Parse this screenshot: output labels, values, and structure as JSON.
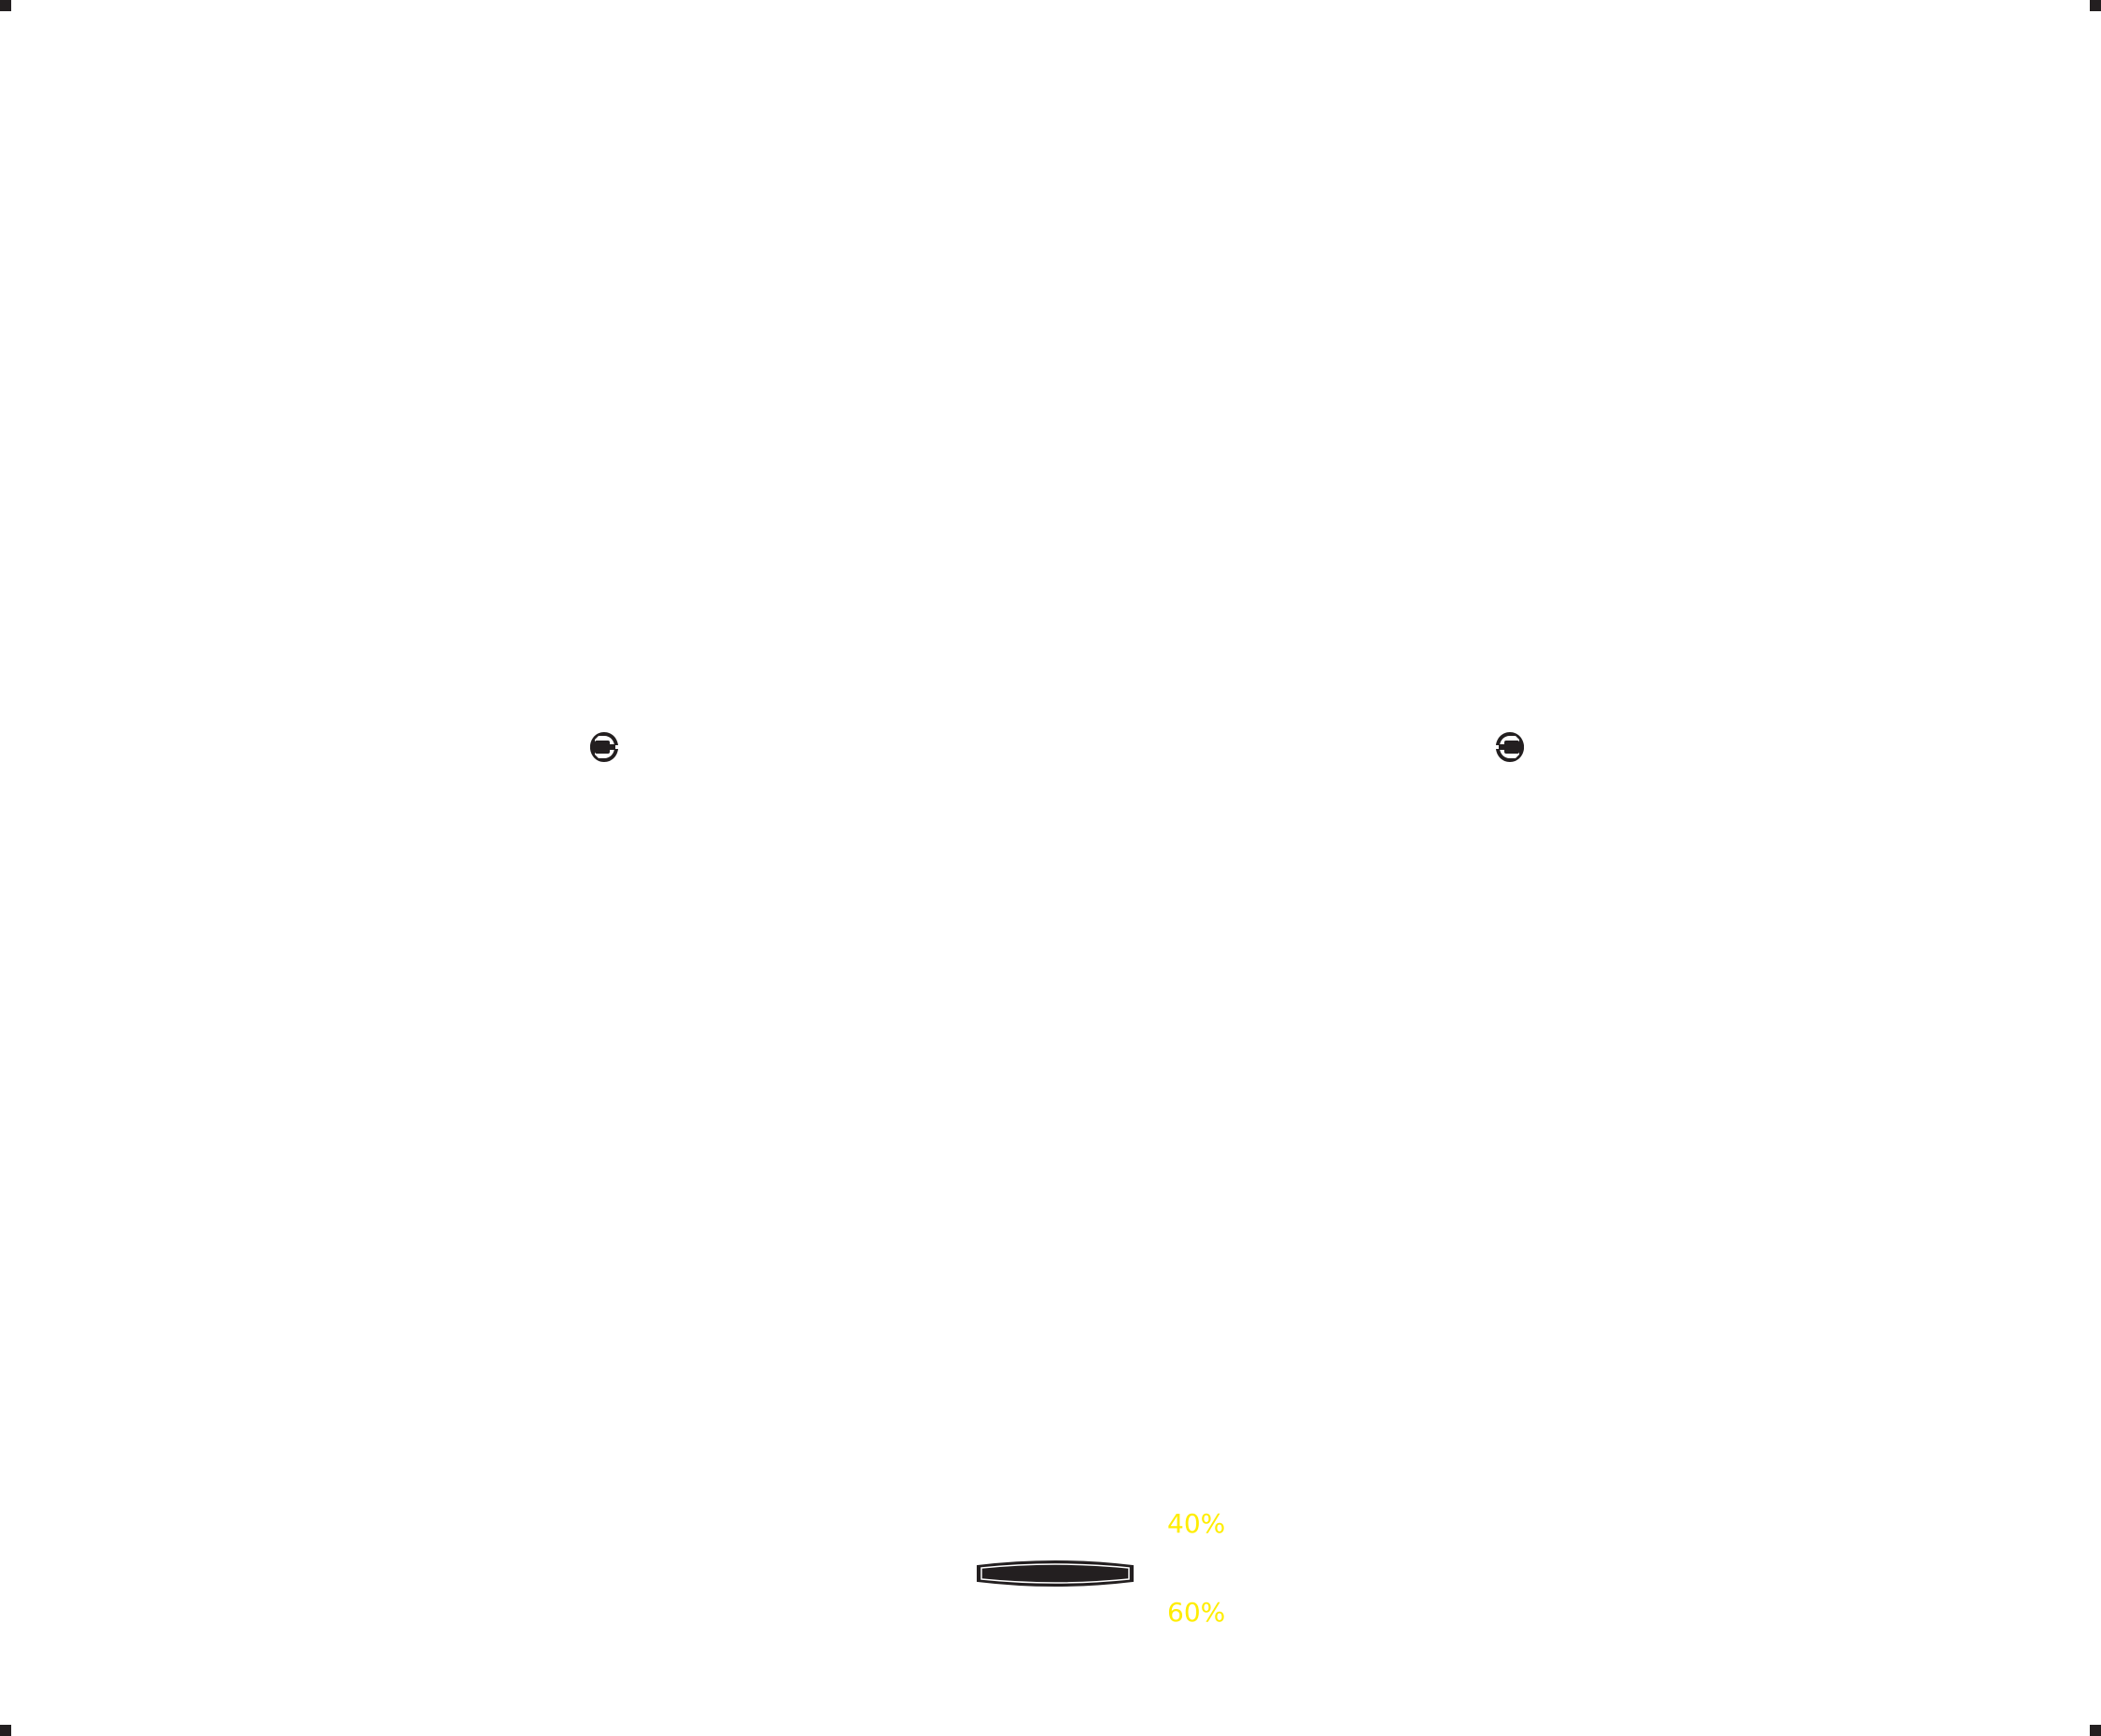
{
  "colors": {
    "background": "#ffffff",
    "ink": "#231f20",
    "percent_label": "#ffed00"
  },
  "icons": {
    "left_marker": "gripper-left-icon",
    "right_marker": "gripper-right-icon",
    "handle": "pill-handle"
  },
  "split": {
    "top_label": "40%",
    "bottom_label": "60%",
    "top_fraction": 0.4,
    "bottom_fraction": 0.6
  }
}
